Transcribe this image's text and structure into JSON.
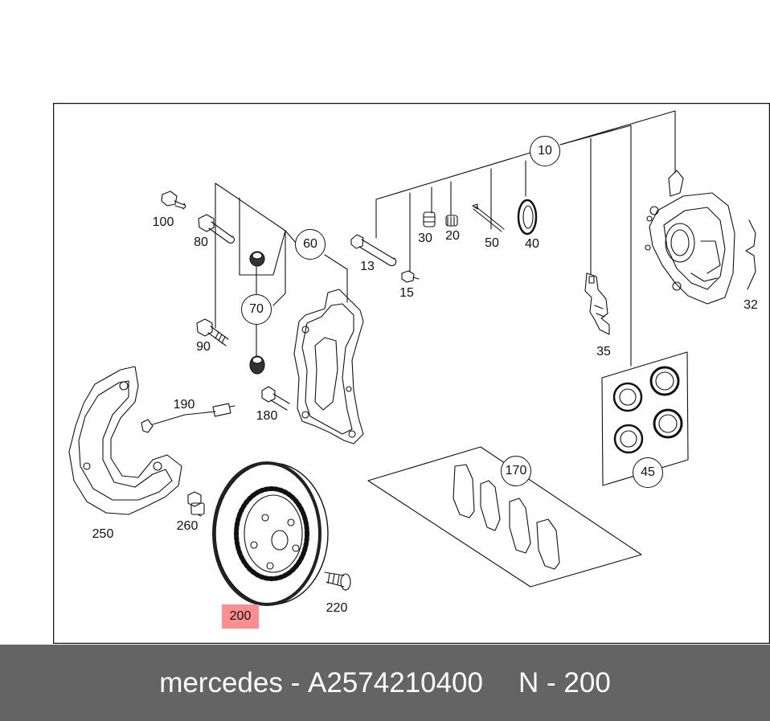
{
  "labels": {
    "p100": "100",
    "p80": "80",
    "p90": "90",
    "p60": "60",
    "p70": "70",
    "p190": "190",
    "p180": "180",
    "p13": "13",
    "p15": "15",
    "p30": "30",
    "p20": "20",
    "p50": "50",
    "p40": "40",
    "p10": "10",
    "p32": "32",
    "p35": "35",
    "p45": "45",
    "p170": "170",
    "p250": "250",
    "p260": "260",
    "p220": "220",
    "p200": "200"
  },
  "footer": {
    "brand": "mercedes",
    "separator": "-",
    "part_number": "A2574210400",
    "position_prefix": "N",
    "position_separator": "-",
    "position_value": "200"
  },
  "colors": {
    "highlight": "#ff8f8f",
    "footer_bg": "#646464",
    "line": "#111111"
  }
}
